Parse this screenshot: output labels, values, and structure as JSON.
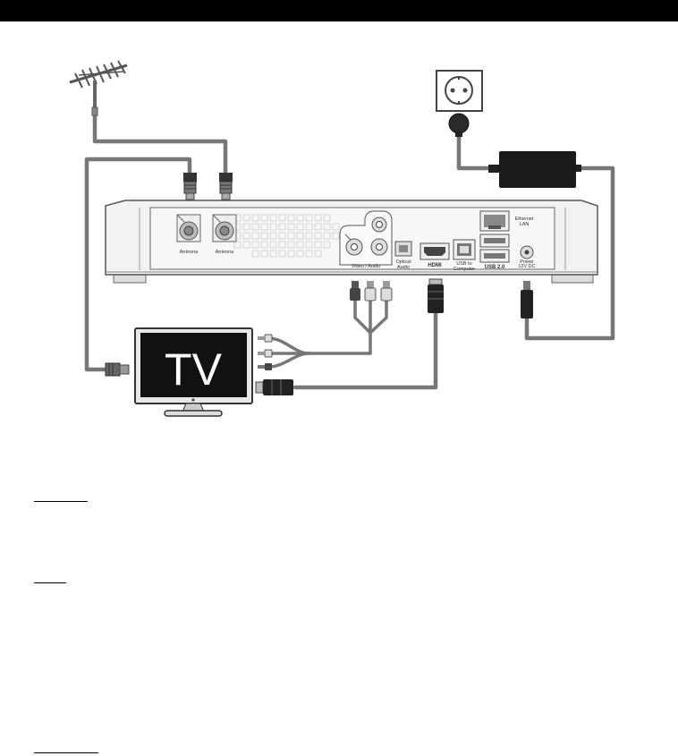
{
  "device": {
    "ports": {
      "antenna_1": "Antenna",
      "antenna_2": "Antenna",
      "video_audio": "Video / Audio",
      "optical_line1": "Optical",
      "optical_line2": "Audio",
      "hdmi": "HDMI",
      "usb_computer_line1": "USB to",
      "usb_computer_line2": "Computer",
      "usb20": "USB 2.0",
      "ethernet_line1": "Ethernet",
      "ethernet_line2": "LAN",
      "power_line1": "Power",
      "power_line2": "12V DC"
    }
  },
  "tv": {
    "label": "TV"
  },
  "colors": {
    "cable": "#777777",
    "device_body": "#f2f2f2",
    "device_outline": "#555555",
    "tv_screen": "#111111",
    "header_bar": "#000000"
  }
}
